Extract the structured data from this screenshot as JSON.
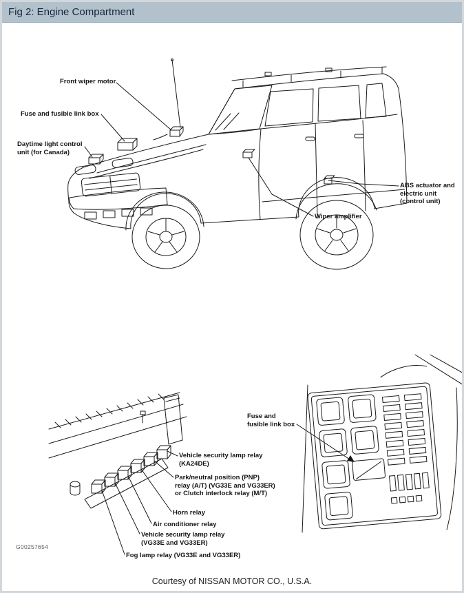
{
  "header": {
    "title": "Fig 2: Engine Compartment"
  },
  "footer": {
    "credit": "Courtesy of NISSAN MOTOR CO., U.S.A."
  },
  "figure_code": "G00257654",
  "colors": {
    "titlebar_bg": "#b3c1cc",
    "titlebar_text": "#15273a",
    "line_art": "#1a1a1a",
    "page_bg": "#ffffff"
  },
  "car_diagram": {
    "labels": {
      "front_wiper_motor": "Front wiper motor",
      "fuse_link_box": "Fuse and fusible link box",
      "daytime_light": "Daytime light control\nunit (for Canada)",
      "abs_actuator": "ABS actuator and\nelectric unit\n(control unit)",
      "wiper_amplifier": "Wiper amplifier"
    }
  },
  "relay_diagram": {
    "labels": {
      "security_ka24de": "Vehicle security lamp relay\n(KA24DE)",
      "pnp_relay": "Park/neutral position (PNP)\nrelay (A/T) (VG33E and VG33ER)\nor Clutch interlock relay (M/T)",
      "horn_relay": "Horn relay",
      "ac_relay": "Air conditioner relay",
      "security_vg33": "Vehicle security lamp relay\n(VG33E and VG33ER)",
      "fog_lamp_relay": "Fog lamp relay (VG33E and VG33ER)"
    }
  },
  "fusebox_diagram": {
    "label": "Fuse and\nfusible link box"
  }
}
